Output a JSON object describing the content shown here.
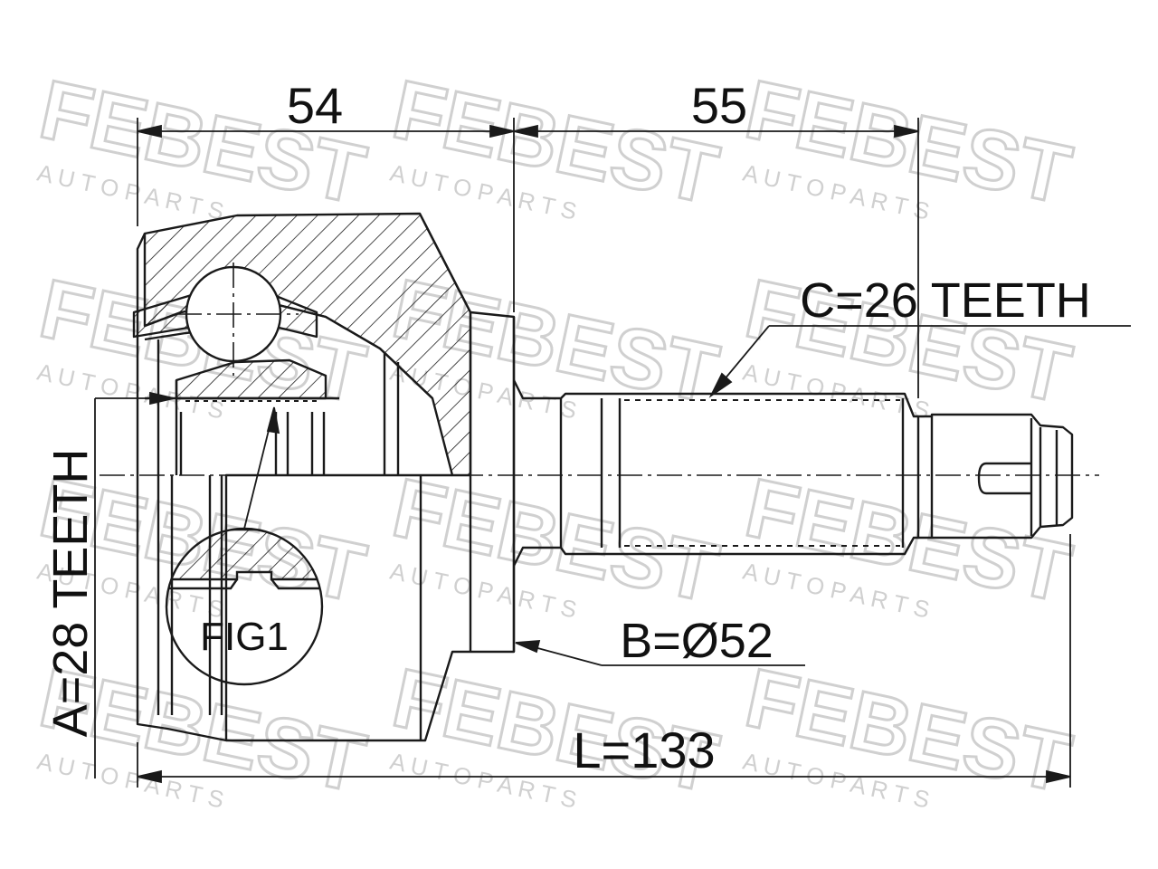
{
  "watermark": {
    "brand": "FEBEST",
    "sub": "A U T O   P A R T S"
  },
  "dimensions": {
    "d54": "54",
    "d55": "55",
    "spline_c": "C=26 TEETH",
    "spline_a": "A=28 TEETH",
    "diameter_b": "B=Ø52",
    "length_l": "L=133"
  },
  "detail": {
    "fig_label": "FIG1"
  },
  "colors": {
    "line": "#1a1a1a",
    "watermark": "#d0d0d0"
  }
}
